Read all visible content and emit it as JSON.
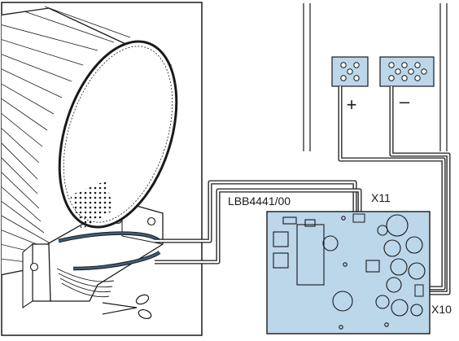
{
  "labels": {
    "module": "LBB4441/00",
    "connector_top": "X11",
    "connector_side": "X10",
    "plus": "+",
    "minus": "–"
  },
  "colors": {
    "board": "#bcd6ea",
    "line": "#1a1a1a",
    "cable": "#3e5d7a",
    "paper": "#ffffff"
  },
  "icons": [
    "scissors-icon",
    "speaker-horn",
    "terminal-block",
    "circuit-board"
  ]
}
